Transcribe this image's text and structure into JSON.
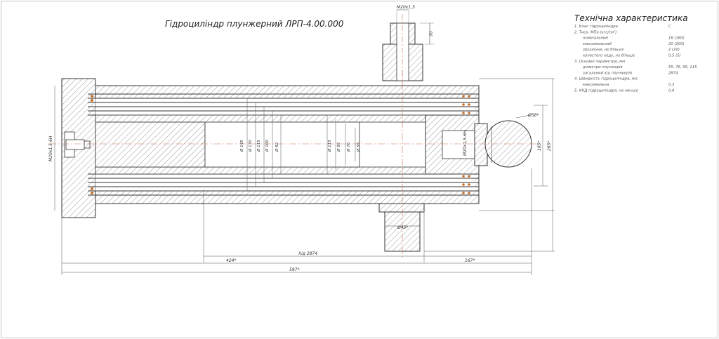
{
  "drawing": {
    "title": "Гідроциліндр плунжерний ЛРП-4.00.000",
    "dimensions": {
      "thread_top": "М20х1,5",
      "top_height": "70",
      "thread_left": "М20х1,5-6Н",
      "sphere": "Ø58*",
      "thread_right": "М20х1,5-6Н",
      "pin": "Ø45*",
      "height_inner": "165*",
      "height_outer": "265*",
      "stroke": "Хід 2874",
      "len_a": "424*",
      "len_b": "167*",
      "len_total": "597*",
      "d_left": [
        "Ø 145",
        "Ø 130",
        "Ø 115",
        "Ø 100",
        "Ø 82"
      ],
      "d_right": [
        "Ø 115",
        "Ø 95",
        "Ø 76",
        "Ø 55"
      ]
    }
  },
  "spec_table": {
    "title": "Технічна характеристика",
    "rows": [
      {
        "label": "1. Клас гідроциліндра",
        "value": "С"
      },
      {
        "label": "2. Тиск, МПа (кгс/см²)",
        "value": ""
      },
      {
        "label": "номінальний",
        "value": "16 (160)"
      },
      {
        "label": "максимальний",
        "value": "20 (200)"
      },
      {
        "label": "зрушення, не більше",
        "value": "2 (20)"
      },
      {
        "label": "холостого ходу, не більше",
        "value": "0,5 (5)"
      },
      {
        "label": "3. Основні параметри, мм",
        "value": ""
      },
      {
        "label": "діаметри плунжерів",
        "value": "55, 76, 95, 115"
      },
      {
        "label": "загальний хід плунжерів",
        "value": "2874"
      },
      {
        "label": "4. Швидкість гідроциліндра, м/с",
        "value": ""
      },
      {
        "label": "максимальна",
        "value": "0,3"
      },
      {
        "label": "5. ККД гідроциліндра, не менше",
        "value": "0,9"
      }
    ]
  }
}
